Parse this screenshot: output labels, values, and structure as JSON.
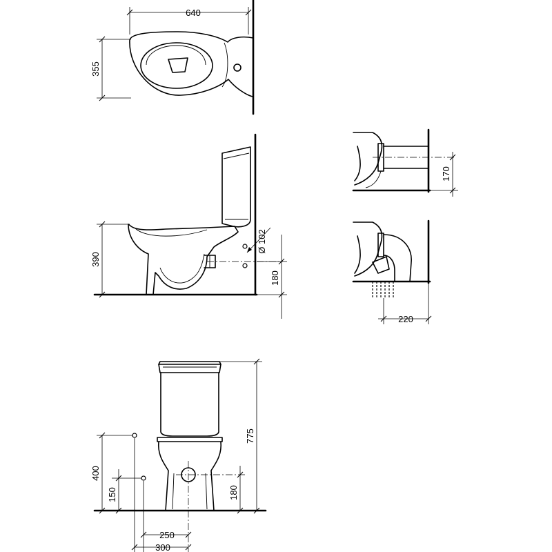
{
  "dimensions": {
    "top_width": "640",
    "top_depth": "355",
    "side_height": "390",
    "side_outlet_diameter": "Ø 102",
    "side_outlet_height": "180",
    "detail_outlet_height": "170",
    "detail_floor_distance": "220",
    "front_total_height": "775",
    "front_inlet_height": "400",
    "front_low_height": "150",
    "front_outlet_height": "180",
    "front_inlet_offset": "250",
    "front_inlet_offset2": "300"
  }
}
